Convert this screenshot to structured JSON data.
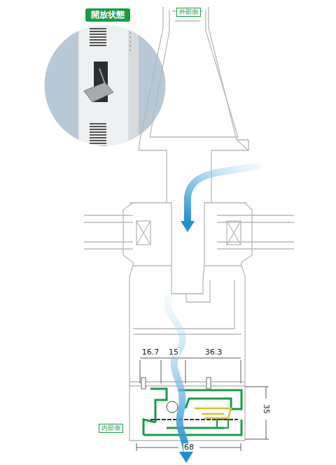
{
  "diagram": {
    "nodes": [
      {
        "text": [
          "開放状態"
        ]
      },
      {
        "text": [
          "外部側"
        ]
      },
      {
        "text": [
          "内部側"
        ]
      }
    ],
    "labels": [
      "16.7",
      "15",
      "36.3",
      "35",
      "68"
    ]
  }
}
